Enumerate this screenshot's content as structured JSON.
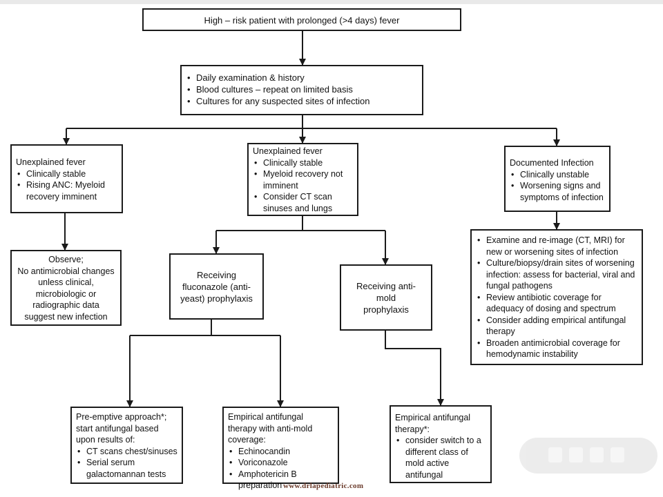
{
  "start": {
    "text": "High – risk patient with prolonged (>4 days) fever"
  },
  "workup": {
    "items": [
      "Daily examination & history",
      "Blood cultures – repeat on limited basis",
      "Cultures for any suspected sites of infection"
    ]
  },
  "left_branch": {
    "title": "Unexplained fever",
    "items": [
      "Clinically stable",
      "Rising ANC: Myeloid recovery imminent"
    ]
  },
  "middle_branch": {
    "title": "Unexplained fever",
    "items": [
      "Clinically stable",
      "Myeloid recovery not imminent",
      "Consider CT scan sinuses and lungs"
    ]
  },
  "right_branch": {
    "title": "Documented Infection",
    "items": [
      "Clinically unstable",
      "Worsening signs and symptoms of infection"
    ]
  },
  "observe": {
    "line1": "Observe;",
    "line2": "No antimicrobial changes unless clinical, microbiologic or radiographic data suggest new infection"
  },
  "fluconazole": {
    "text": "Receiving fluconazole (anti-yeast) prophylaxis"
  },
  "antimold": {
    "text": "Receiving anti-mold prophylaxis"
  },
  "infection_actions": {
    "items": [
      "Examine and re-image (CT, MRI) for new or worsening sites of infection",
      "Culture/biopsy/drain sites of worsening infection: assess for bacterial, viral and fungal pathogens",
      "Review antibiotic coverage for adequacy of dosing and spectrum",
      "Consider adding empirical antifungal therapy",
      "Broaden antimicrobial coverage for hemodynamic instability"
    ]
  },
  "preemptive": {
    "title": "Pre-emptive approach*; start antifungal based upon results of:",
    "items": [
      "CT scans chest/sinuses",
      "Serial serum galactomannan tests"
    ]
  },
  "empirical_mold": {
    "title": "Empirical antifungal therapy with anti-mold coverage:",
    "items": [
      "Echinocandin",
      "Voriconazole",
      "Amphotericin B preparation"
    ]
  },
  "empirical_switch": {
    "title": "Empirical antifungal therapy*:",
    "items": [
      "consider switch to a different class of mold active antifungal"
    ]
  },
  "watermark": {
    "text": "www.drlapediatric.com"
  }
}
